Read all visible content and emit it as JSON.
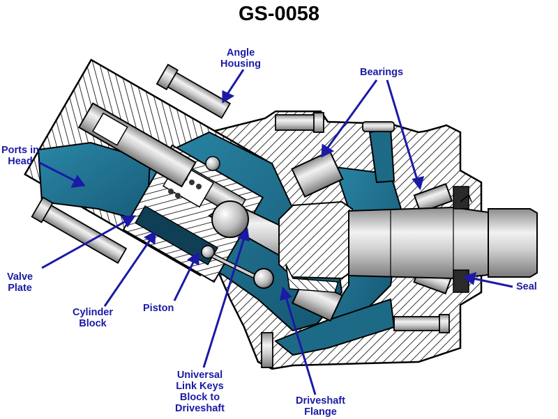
{
  "title": "GS-0058",
  "colors": {
    "label": "#1a1aa6",
    "fluid": "#1d6a86",
    "fluid_dark": "#0f3f55",
    "steel_light": "#e6e6e6",
    "steel_mid": "#a9a9a9",
    "outline": "#000000"
  },
  "labels": {
    "angle_housing": [
      "Angle",
      "Housing"
    ],
    "bearings": "Bearings",
    "ports_in_head": [
      "Ports in",
      "Head"
    ],
    "valve_plate": [
      "Valve",
      "Plate"
    ],
    "cylinder_block": [
      "Cylinder",
      "Block"
    ],
    "piston": "Piston",
    "universal_link": [
      "Universal",
      "Link Keys",
      "Block to",
      "Driveshaft"
    ],
    "driveshaft_flange": [
      "Driveshaft",
      "Flange"
    ],
    "seal": "Seal"
  }
}
